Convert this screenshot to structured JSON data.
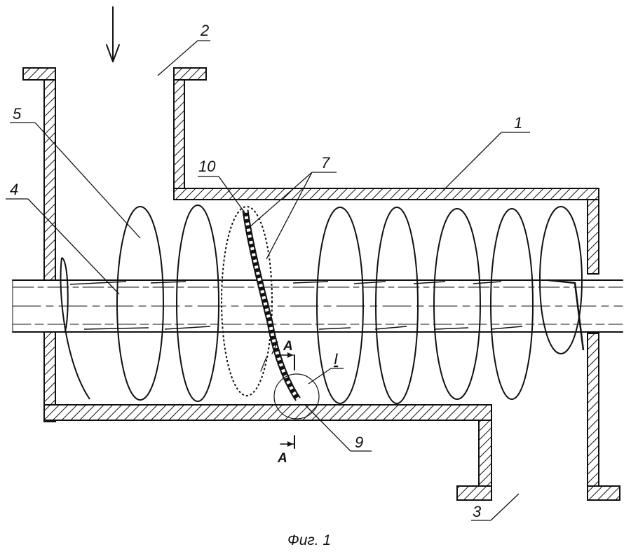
{
  "figure": {
    "caption": "Фиг. 1",
    "labels": {
      "housing": "1",
      "inlet": "2",
      "outlet": "3",
      "shaft": "4",
      "flight": "5",
      "toothed_flight": "7",
      "tooth": "9",
      "edge": "10",
      "detail_mark": "I",
      "section_top": "A",
      "section_bottom": "A"
    }
  }
}
